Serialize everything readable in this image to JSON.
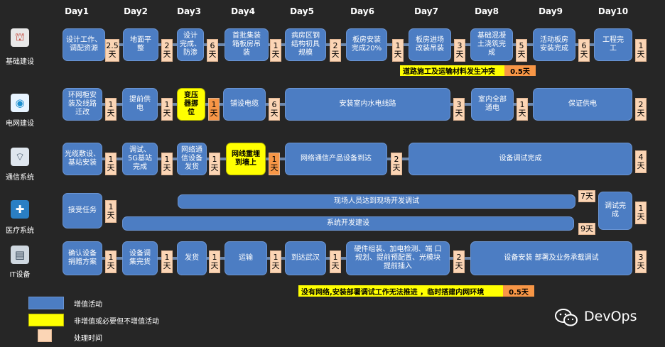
{
  "days": [
    "Day1",
    "Day2",
    "Day3",
    "Day4",
    "Day5",
    "Day6",
    "Day7",
    "Day8",
    "Day9",
    "Day10"
  ],
  "rows": [
    {
      "label": "基础建设",
      "icon": "construction-icon"
    },
    {
      "label": "电网建设",
      "icon": "power-grid-icon"
    },
    {
      "label": "通信系统",
      "icon": "antenna-icon"
    },
    {
      "label": "医疗系统",
      "icon": "medical-icon"
    },
    {
      "label": "IT设备",
      "icon": "server-icon"
    }
  ],
  "infra": {
    "tasks": [
      "设计工作、\n调配资源",
      "地面平\n整",
      "设计\n完成、\n防渗",
      "首批集装\n箱板房吊\n装",
      "病房区钢\n结构初具\n规模",
      "板房安装\n完成20%",
      "板房进场\n改装吊装",
      "基础混凝\n土浇筑完\n成",
      "活动板房\n安装完成",
      "工程完\n工"
    ],
    "times": [
      "2.5\n天",
      "2\n天",
      "6\n天",
      "1\n天",
      "2\n天",
      "1\n天",
      "3\n天",
      "5\n天",
      "6\n天",
      "1\n天"
    ],
    "note": "道路施工及运输材料发生冲突",
    "note_time": "0.5天"
  },
  "grid": {
    "tasks": [
      "环网柜安\n装及线路\n迁改",
      "提前供\n电",
      "变压\n器挪\n位",
      "铺设电缆",
      "安装室内水电线路",
      "室内全部\n通电",
      "保证供电"
    ],
    "times": [
      "1\n天",
      "1\n天",
      "1\n天",
      "6\n天",
      "3\n天",
      "1\n天",
      "2\n天"
    ]
  },
  "comm": {
    "tasks": [
      "光缆敷设、\n基站安装",
      "调试、\n5G基站\n完成",
      "网络通\n信设备\n发货",
      "网线重埋\n到墙上",
      "网络通信产品设备到达",
      "设备调试完成"
    ],
    "times": [
      "1\n天",
      "1\n天",
      "1\n天",
      "1\n天",
      "2\n天",
      "4\n天"
    ]
  },
  "medical": {
    "tasks": [
      "接受任务",
      "现场人员达到现场开发调试",
      "系统开发建设",
      "调试完\n成"
    ],
    "times": [
      "1\n天",
      "7天",
      "9天",
      "1\n天"
    ]
  },
  "it": {
    "tasks": [
      "确认设备\n捐赠方案",
      "设备调\n集完货",
      "发货",
      "运输",
      "到达武汉",
      "硬件组装、加电检测、端 口\n规划、提前预配置、光模块\n提前插入",
      "设备安装 部署及业务承载调试"
    ],
    "times": [
      "1\n天",
      "1\n天",
      "1\n天",
      "1\n天",
      "1\n天",
      "2\n天",
      "3\n天"
    ],
    "note": "没有网络,安装部署调试工作无法推进 ，临时搭建内网环境",
    "note_time": "0.5天"
  },
  "legend": {
    "items": [
      "增值活动",
      "非增值或必要但不增值活动",
      "处理时间"
    ],
    "colors": [
      "#4c7dc3",
      "#ffff00",
      "#fbd5b5"
    ]
  },
  "watermark": {
    "text": "DevOps",
    "icon": "wechat-icon"
  }
}
